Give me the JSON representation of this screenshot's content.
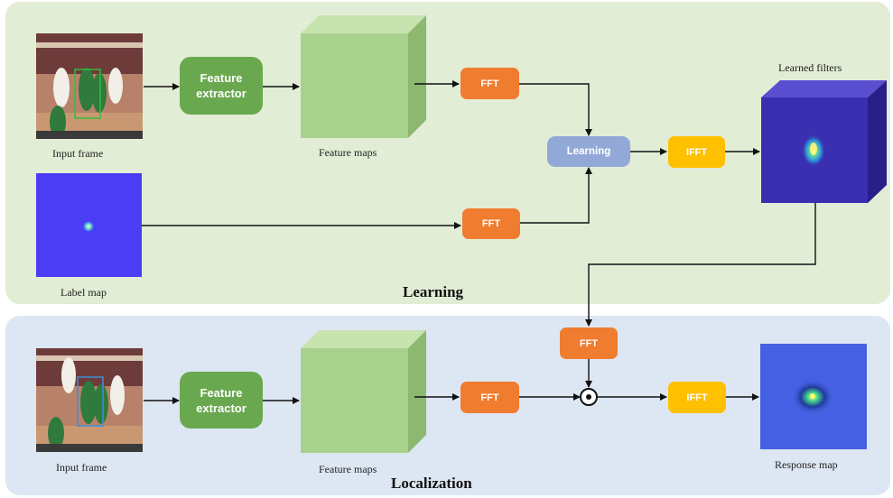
{
  "learning": {
    "title": "Learning",
    "input_caption": "Input frame",
    "label_caption": "Label map",
    "feature_maps_caption": "Feature maps",
    "learned_filters_caption": "Learned filters",
    "feature_extractor_label": "Feature\nextractor",
    "fft_top_label": "FFT",
    "fft_bottom_label": "FFT",
    "learning_label": "Learning",
    "ifft_label": "IFFT"
  },
  "localization": {
    "title": "Localization",
    "input_caption": "Input frame",
    "feature_maps_caption": "Feature maps",
    "response_caption": "Response map",
    "feature_extractor_label": "Feature\nextractor",
    "fft_filter_label": "FFT",
    "fft_features_label": "FFT",
    "ifft_label": "IFFT"
  },
  "colors": {
    "learning_panel": "#e2edd6",
    "localization_panel": "#dde7f3",
    "feature_extractor": "#6aa84f",
    "fft": "#f07c2f",
    "ifft": "#ffc000",
    "learning_box": "#92a9d8",
    "feature_cube": "#a9d18e",
    "filter_cube": "#3a2fb0",
    "label_map": "#4b3cf5"
  },
  "icons": {
    "elementwise_product": "circled-dot-icon"
  }
}
